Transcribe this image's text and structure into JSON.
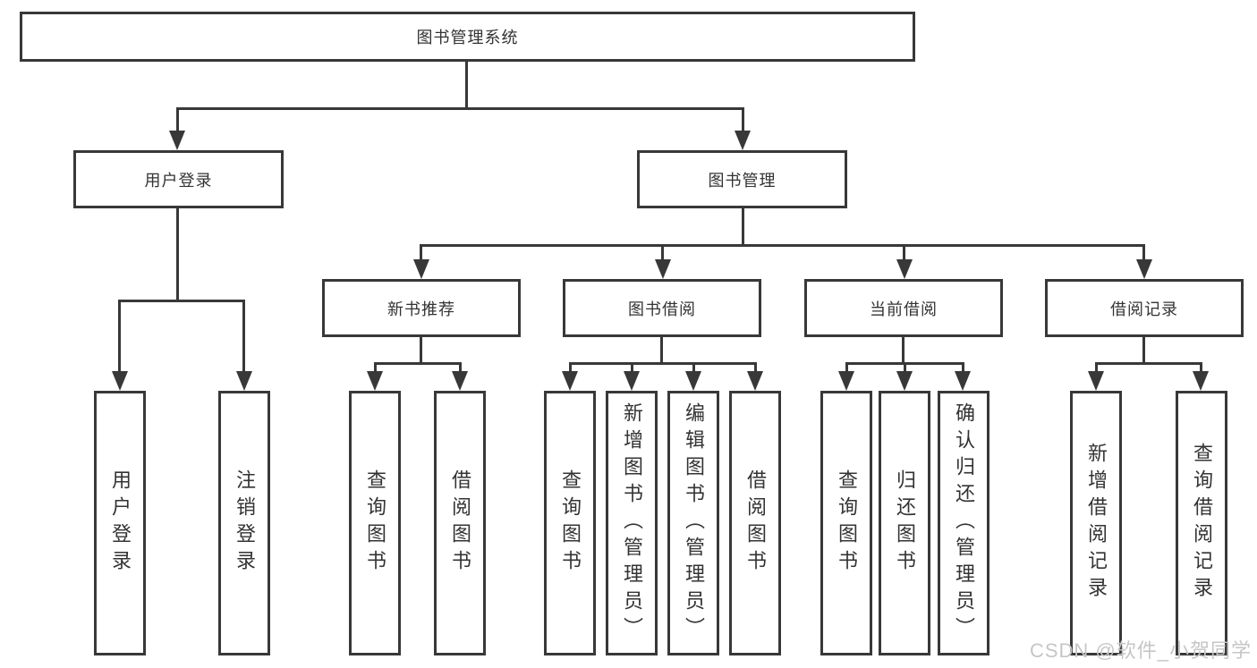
{
  "diagram_type": "hierarchy-tree",
  "nodes": {
    "root": "图书管理系统",
    "level2": {
      "user_login": "用户登录",
      "book_mgmt": "图书管理"
    },
    "level3": {
      "new_book_rec": "新书推荐",
      "book_borrow": "图书借阅",
      "current_borrow": "当前借阅",
      "borrow_records": "借阅记录"
    },
    "leaves": {
      "ul_user_login": "用户登录",
      "ul_logout": "注销登录",
      "nbr_query_book": "查询图书",
      "nbr_borrow_book": "借阅图书",
      "bb_query_book": "查询图书",
      "bb_add_book": "新增图书（管理员）",
      "bb_edit_book": "编辑图书（管理员）",
      "bb_borrow_book": "借阅图书",
      "cb_query_book": "查询图书",
      "cb_return_book": "归还图书",
      "cb_confirm_return": "确认归还（管理员）",
      "br_add_record": "新增借阅记录",
      "br_query_record": "查询借阅记录"
    }
  },
  "watermark": {
    "text": "CSDN @软件_小贺同学"
  },
  "colors": {
    "line": "#383838",
    "text": "#333333",
    "background": "#ffffff",
    "watermark": "#c6c6c6"
  }
}
